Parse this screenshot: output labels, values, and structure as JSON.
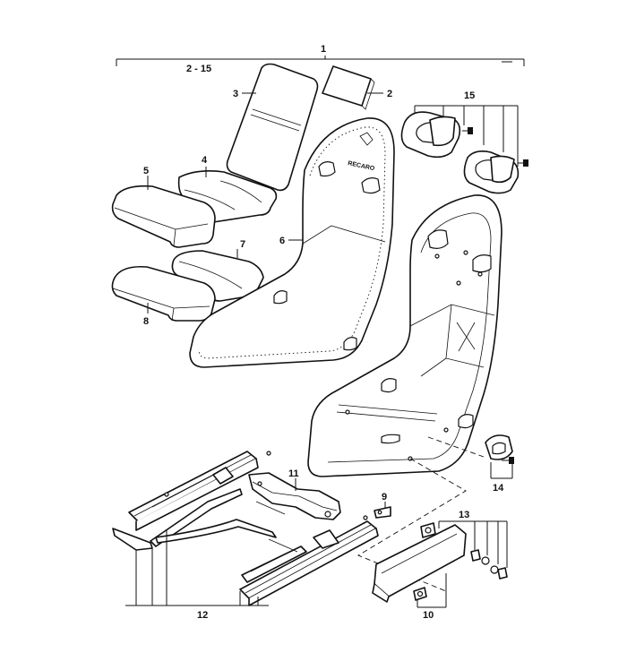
{
  "diagram": {
    "labels": {
      "p1": "1",
      "p2_15": "2 - 15",
      "p2": "2",
      "p3": "3",
      "p4": "4",
      "p5": "5",
      "p6": "6",
      "p7": "7",
      "p8": "8",
      "p9": "9",
      "p10": "10",
      "p11": "11",
      "p12": "12",
      "p13": "13",
      "p14": "14",
      "p15": "15"
    },
    "brand_text": "RECARO"
  }
}
